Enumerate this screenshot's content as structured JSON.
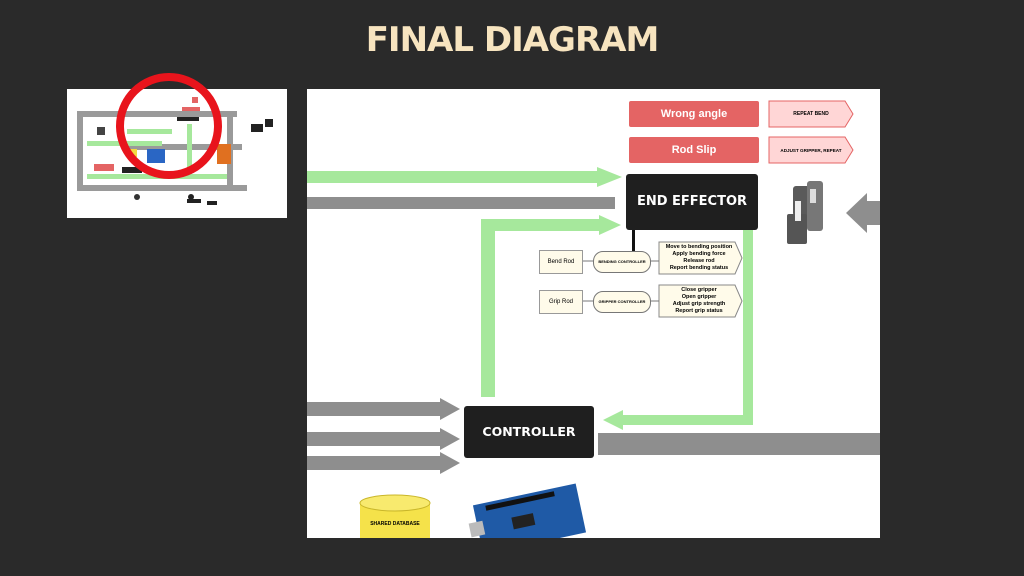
{
  "title": "FINAL DIAGRAM",
  "colors": {
    "green": "#a6e89c",
    "gray": "#8e8e8e",
    "red_circle": "#e8141c",
    "status_red": "#e46464",
    "pink": "#ffd6d6"
  },
  "diagram": {
    "errors": [
      {
        "label": "Wrong angle",
        "action": "REPEAT BEND"
      },
      {
        "label": "Rod Slip",
        "action": "ADJUST GRIPPER, REPEAT"
      }
    ],
    "end_effector": "END EFFECTOR",
    "controller": "CONTROLLER",
    "bend": {
      "label": "Bend Rod",
      "controller": "BENDING CONTROLLER",
      "actions": [
        "Move to bending position",
        "Apply bending force",
        "Release rod",
        "Report bending status"
      ]
    },
    "grip": {
      "label": "Grip Rod",
      "controller": "GRIPPER CONTROLLER",
      "actions": [
        "Close gripper",
        "Open gripper",
        "Adjust grip strength",
        "Report grip status"
      ]
    },
    "database": "SHARED DATABASE"
  }
}
